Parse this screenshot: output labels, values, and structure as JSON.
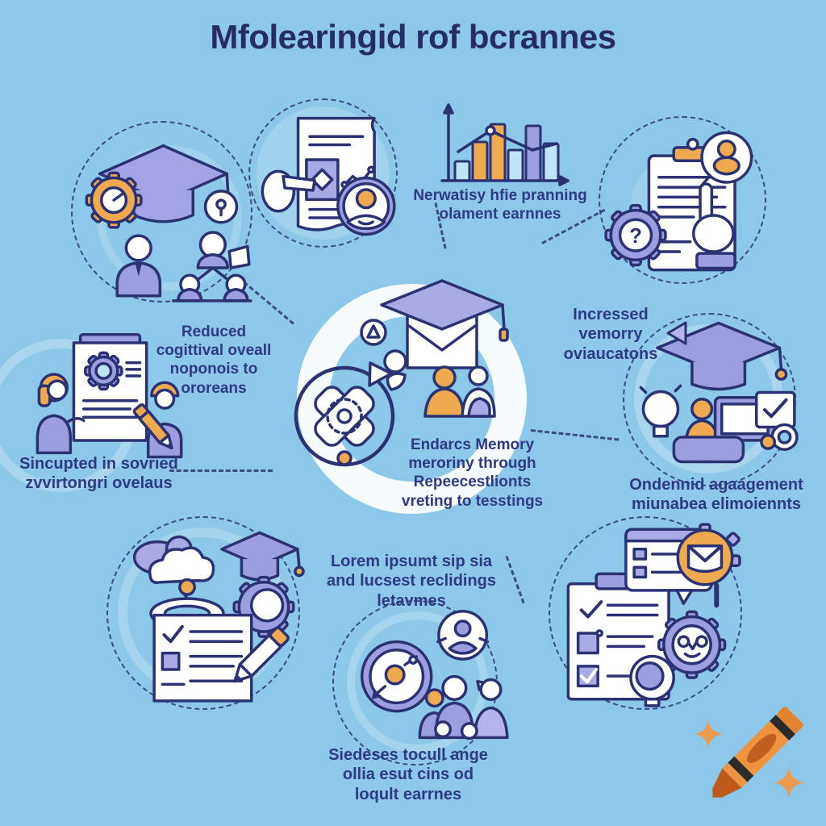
{
  "title": "Mfolearingid rof bcrannes",
  "labels": {
    "chart_caption": "Nerwatisy hfie pranning\nolament earnnes",
    "reduced": "Reduced\ncogittival oveall\nnoponois to\nororeans",
    "increased": "Incressed\nvemorry\noviaucatons",
    "center": "Endarcs Memory\nmeroriny through\nRepeecestlionts\nvreting to tesstings",
    "left": "Sincupted in sovried\nzvvirtongri ovelaus",
    "right": "Ondennid agaagement\nmiunabea elimoiennts",
    "lorem": "Lorem ipsumt sip sia\nand lucsest reclidings\nletavmes",
    "bottom": "Siedeses tocull ange\nollia esut cins od\nloqult earrnes"
  },
  "colors": {
    "background": "#8cc8e9",
    "navy": "#2b3274",
    "text": "#2f3a86",
    "titleNavy": "#272c66",
    "purple": "#9c9ee0",
    "purpleLight": "#b5b5ec",
    "orange": "#efa94f",
    "orangeDeep": "#e5842f",
    "orangeDark": "#c06020",
    "white": "#ffffff",
    "lightBlue": "#bee4f7"
  },
  "icons": {
    "top_left": "training-team-hierarchy-icon",
    "top_mid": "document-review-hand-icon",
    "top_chart": "bar-chart-growth-icon",
    "top_right": "clipboard-question-gear-icon",
    "mid_left": "collaborative-document-icon",
    "center": "graduation-learning-hub-icon",
    "mid_right": "online-learning-idea-icon",
    "bottom_left": "cloud-checklist-pencil-icon",
    "bottom_mid": "group-discussion-target-icon",
    "bottom_right": "checklist-settings-idea-icon",
    "corner": "crayon-icon"
  },
  "bar_chart": {
    "type": "bar",
    "bars": [
      {
        "color": "lightBlue",
        "h": 24
      },
      {
        "color": "orange",
        "h": 48
      },
      {
        "color": "orange",
        "h": 70
      },
      {
        "color": "lightBlue",
        "h": 38
      },
      {
        "color": "purple",
        "h": 68
      },
      {
        "color": "lightBlue",
        "h": 46
      }
    ]
  }
}
